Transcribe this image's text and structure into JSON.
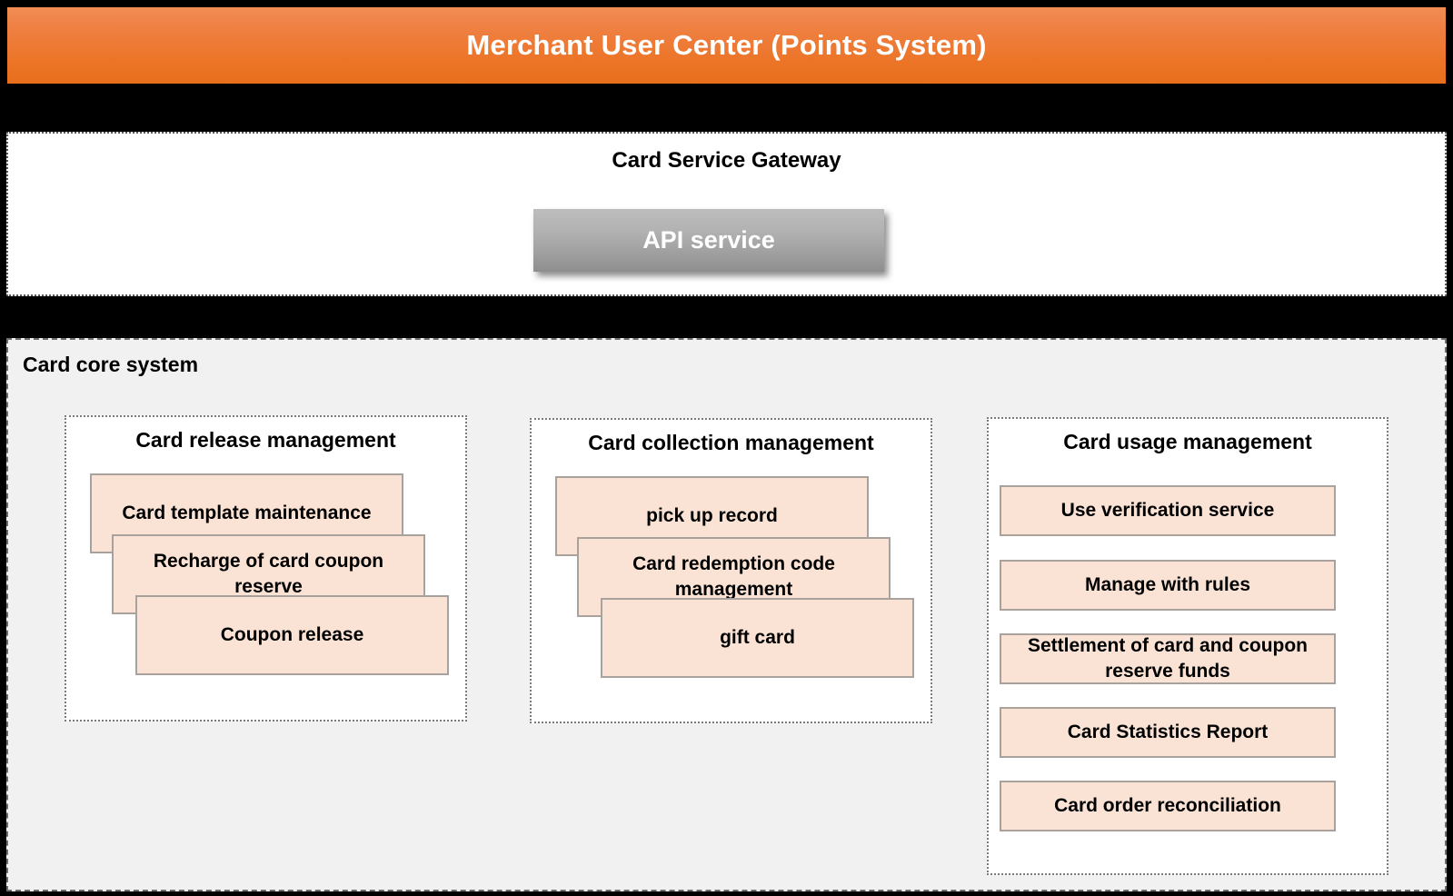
{
  "header": {
    "title": "Merchant User Center (Points System)",
    "background_gradient_top": "#f28d55",
    "background_gradient_bottom": "#e76f1c",
    "text_color": "#ffffff"
  },
  "gateway": {
    "title": "Card Service Gateway",
    "api_button_label": "API service",
    "api_button_color_top": "#bdbdbd",
    "api_button_color_bottom": "#8e8e8e"
  },
  "core_system": {
    "title": "Card core system",
    "background": "#f1f1f1",
    "panels": [
      {
        "id": "release",
        "title": "Card release management",
        "layout": "cascade",
        "items": [
          {
            "label": "Card template maintenance"
          },
          {
            "label": "Recharge of card coupon reserve"
          },
          {
            "label": "Coupon release"
          }
        ]
      },
      {
        "id": "collection",
        "title": "Card collection management",
        "layout": "cascade",
        "items": [
          {
            "label": "pick up record"
          },
          {
            "label": "Card redemption code management"
          },
          {
            "label": "gift card"
          }
        ]
      },
      {
        "id": "usage",
        "title": "Card usage management",
        "layout": "list",
        "items": [
          {
            "label": "Use verification service"
          },
          {
            "label": "Manage with rules"
          },
          {
            "label": "Settlement of card and coupon reserve funds"
          },
          {
            "label": "Card Statistics Report"
          },
          {
            "label": "Card order reconciliation"
          }
        ]
      }
    ],
    "item_fill_color": "#fae3d4",
    "item_border_color": "#a8a19c"
  },
  "connector": {
    "from": "API service",
    "to": "Card collection management",
    "direction": "down"
  }
}
